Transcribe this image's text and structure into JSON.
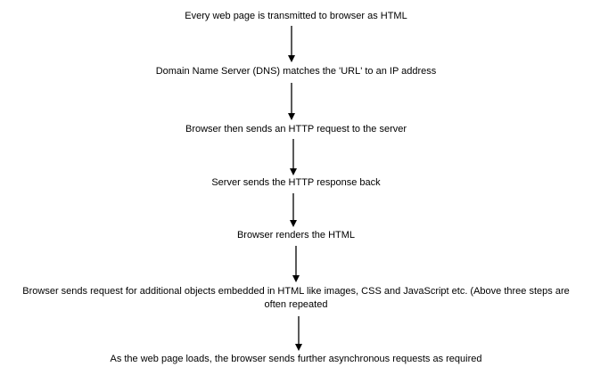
{
  "steps": [
    {
      "label": "Every web page is transmitted to browser as HTML"
    },
    {
      "label": "Domain Name Server (DNS) matches the 'URL' to an IP address"
    },
    {
      "label": "Browser then sends an HTTP request to the server"
    },
    {
      "label": "Server sends the HTTP response back"
    },
    {
      "label": "Browser renders the HTML"
    },
    {
      "label": "Browser sends request for additional objects embedded in HTML like images, CSS and JavaScript etc. (Above three steps are often repeated"
    },
    {
      "label": "As the web page loads, the browser sends further asynchronous requests as required"
    }
  ],
  "colors": {
    "text": "#000000",
    "arrow": "#000000",
    "background": "#ffffff"
  }
}
